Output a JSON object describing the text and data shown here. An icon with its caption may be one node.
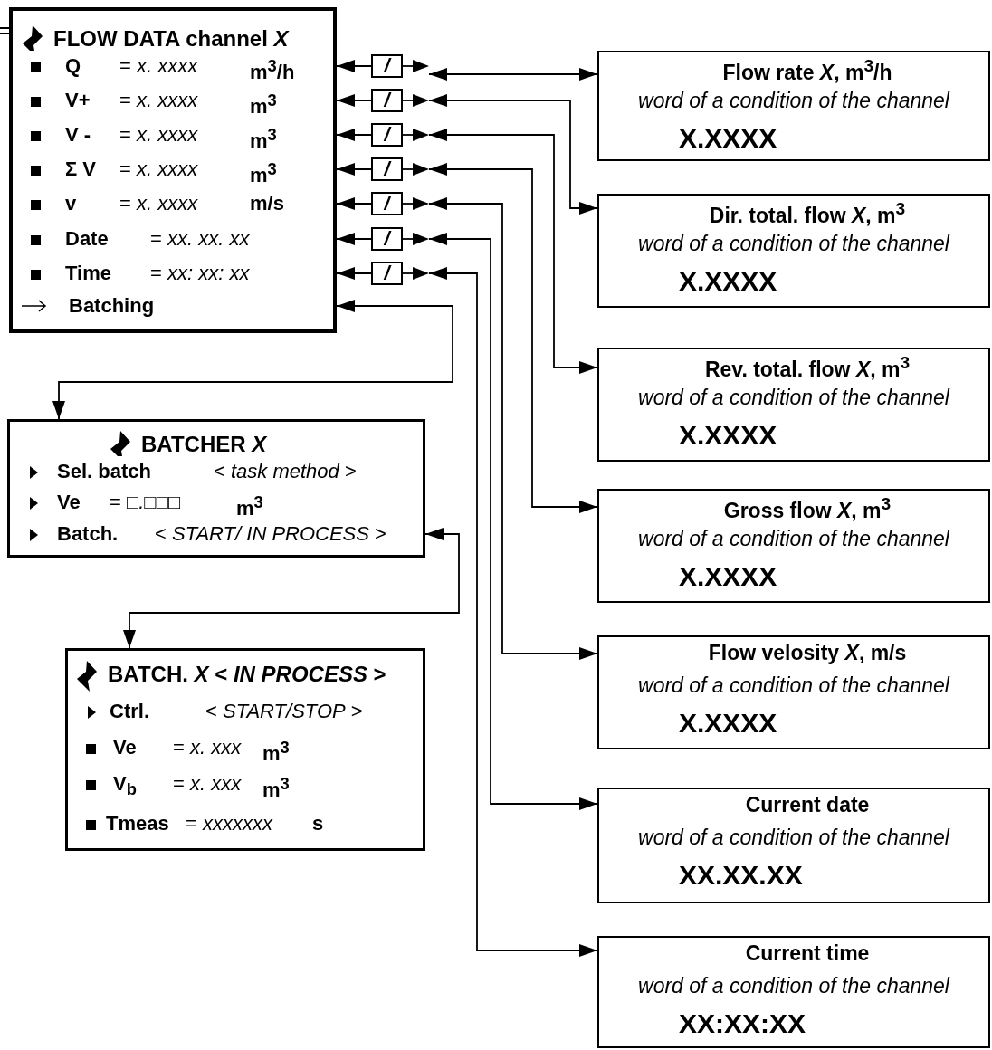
{
  "diagram": {
    "nodes": [
      {
        "text": [
          "FLOW DATA channel *X*"
        ]
      },
      {
        "text": [
          "Q",
          "= *x. xxxx*",
          "m$^{3}$/h"
        ],
        "in": 0
      },
      {
        "text": [
          "V+",
          "= *x. xxxx*",
          "m$^{3}$"
        ],
        "in": 0
      },
      {
        "text": [
          "V -",
          "= *x. xxxx*",
          "m$^{3}$"
        ],
        "in": 0
      },
      {
        "text": [
          "Σ V",
          "= *x. xxxx*",
          "m$^{3}$"
        ],
        "in": 0
      },
      {
        "text": [
          "v",
          "= *x. xxxx*",
          "m/s"
        ],
        "in": 0
      },
      {
        "text": [
          "Date",
          "= *xx. xx. xx*"
        ],
        "in": 0
      },
      {
        "text": [
          "Time",
          "= *xx: xx: xx*"
        ],
        "in": 0
      },
      {
        "text": [
          "Batching"
        ],
        "in": 0
      },
      {
        "text": [
          "/"
        ]
      },
      {
        "text": [
          "/"
        ]
      },
      {
        "text": [
          "/"
        ]
      },
      {
        "text": [
          "/"
        ]
      },
      {
        "text": [
          "/"
        ]
      },
      {
        "text": [
          "/"
        ]
      },
      {
        "text": [
          "/"
        ]
      },
      {
        "text": [
          "Flow rate *X*, m$^{3}$/h",
          "word of a condition of the channel",
          "X.XXXX"
        ]
      },
      {
        "text": [
          "Dir. total. flow *X*, m$^{3}$",
          "word of a condition of the channel",
          "X.XXXX"
        ]
      },
      {
        "text": [
          "Rev. total. flow *X*, m$^{3}$",
          "word of a condition of the channel",
          "X.XXXX"
        ]
      },
      {
        "text": [
          "Gross flow *X*, m$^{3}$",
          "word of a condition of the channel",
          "X.XXXX"
        ]
      },
      {
        "text": [
          "Flow velosity *X*, m/s",
          "word of a condition of the channel",
          "X.XXXX"
        ]
      },
      {
        "text": [
          "Current date",
          "word of a condition of the channel",
          "XX.XX.XX"
        ]
      },
      {
        "text": [
          "Current time",
          "word of a condition of the channel",
          "XX:XX:XX"
        ]
      },
      {
        "text": [
          "BATCHER *X*"
        ]
      },
      {
        "text": [
          "Sel. batch",
          "< *task method* >"
        ],
        "in": 23
      },
      {
        "text": [
          "Ve",
          "= *□.□□□*",
          "m$^{3}$"
        ],
        "in": 23
      },
      {
        "text": [
          "Batch.",
          "< *START/ IN PROCESS* >"
        ],
        "in": 23
      },
      {
        "text": [
          "BATCH. *X* < *IN PROCESS* >"
        ]
      },
      {
        "text": [
          "Ctrl.",
          "< *START/STOP* >"
        ],
        "in": 27
      },
      {
        "text": [
          "Ve",
          "= *x. xxx*",
          "m$^{3}$"
        ],
        "in": 27
      },
      {
        "text": [
          "V$_{b}$",
          "= *x. xxx*",
          "m$^{3}$"
        ],
        "in": 27
      },
      {
        "text": [
          "Tmeas",
          "= *xxxxxxx*",
          "s"
        ],
        "in": 27
      }
    ],
    "edges": [
      {
        "from": null,
        "to": 0,
        "arrow": "none"
      },
      {
        "from": 9,
        "to": 1,
        "arrow": "to"
      },
      {
        "from": 9,
        "to": 16,
        "arrow": "both"
      },
      {
        "from": 10,
        "to": 2,
        "arrow": "to"
      },
      {
        "from": 10,
        "to": 17,
        "arrow": "both"
      },
      {
        "from": 11,
        "to": 3,
        "arrow": "to"
      },
      {
        "from": 11,
        "to": 18,
        "arrow": "both"
      },
      {
        "from": 12,
        "to": 4,
        "arrow": "to"
      },
      {
        "from": 12,
        "to": 19,
        "arrow": "both"
      },
      {
        "from": 13,
        "to": 5,
        "arrow": "to"
      },
      {
        "from": 13,
        "to": 20,
        "arrow": "both"
      },
      {
        "from": 14,
        "to": 6,
        "arrow": "to"
      },
      {
        "from": 14,
        "to": 21,
        "arrow": "both"
      },
      {
        "from": 15,
        "to": 7,
        "arrow": "to"
      },
      {
        "from": 15,
        "to": 22,
        "arrow": "both"
      },
      {
        "from": 8,
        "to": 23,
        "arrow": "both"
      },
      {
        "from": 26,
        "to": 27,
        "arrow": "both"
      }
    ]
  }
}
